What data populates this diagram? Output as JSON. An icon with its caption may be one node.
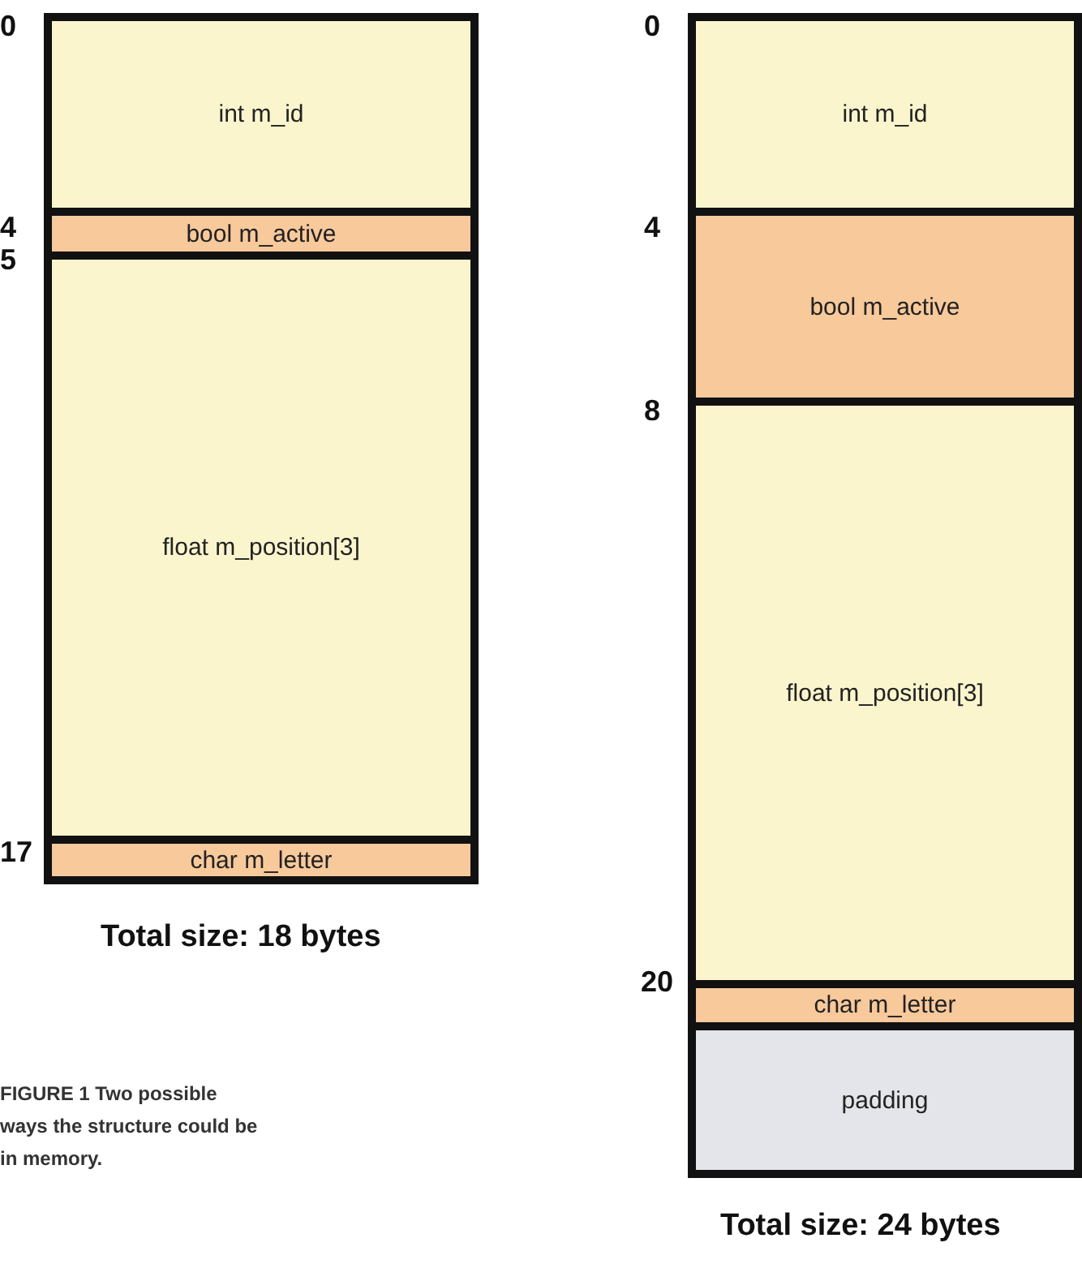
{
  "diagram": {
    "caption": "FIGURE 1 Two possible ways the structure could be in memory.",
    "nodes": [
      {
        "text": [
          "int m_id"
        ]
      },
      {
        "text": [
          "bool m_active"
        ]
      },
      {
        "text": [
          "float m_position[3]"
        ]
      },
      {
        "text": [
          "char m_letter"
        ]
      },
      {
        "text": [
          "int m_id"
        ]
      },
      {
        "text": [
          "bool m_active"
        ]
      },
      {
        "text": [
          "float m_position[3]"
        ]
      },
      {
        "text": [
          "char m_letter"
        ]
      },
      {
        "text": [
          "padding"
        ]
      }
    ],
    "edges": [],
    "labels": [
      "0",
      "4",
      "5",
      "17",
      "Total size: 18 bytes",
      "0",
      "4",
      "8",
      "20",
      "Total size: 24 bytes"
    ]
  }
}
